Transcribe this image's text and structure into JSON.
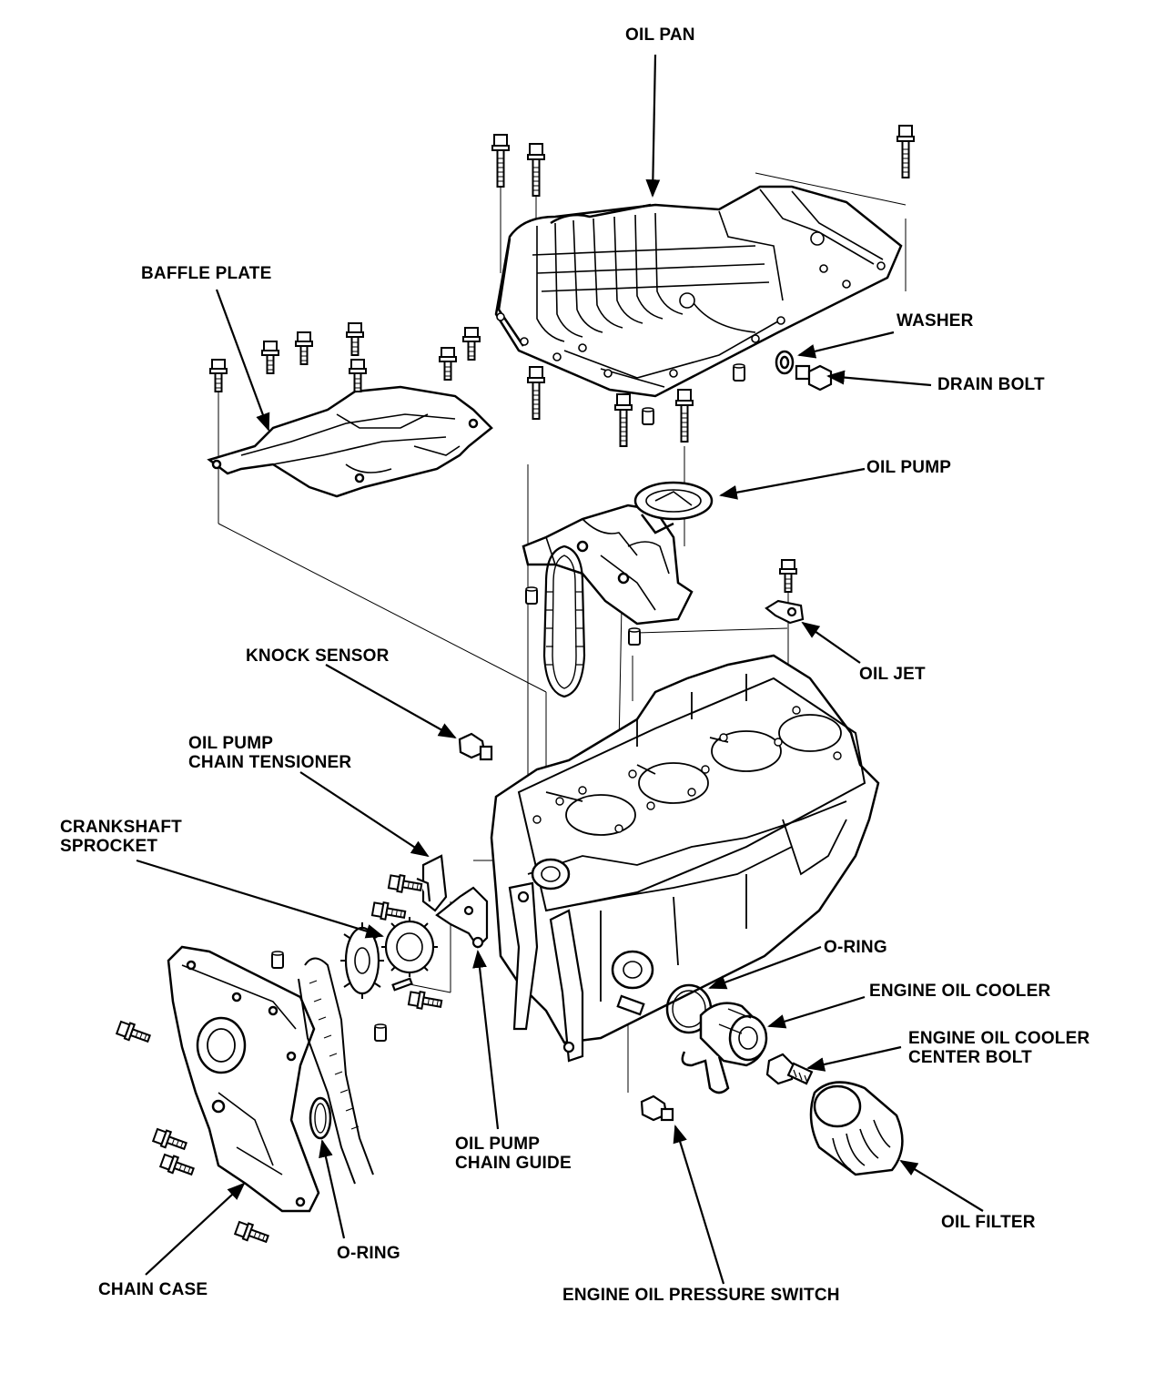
{
  "labels": {
    "oil_pan": "OIL PAN",
    "baffle_plate": "BAFFLE PLATE",
    "washer": "WASHER",
    "drain_bolt": "DRAIN BOLT",
    "oil_pump": "OIL PUMP",
    "knock_sensor": "KNOCK SENSOR",
    "oil_jet": "OIL JET",
    "oil_pump_chain_tensioner": [
      "OIL PUMP",
      "CHAIN TENSIONER"
    ],
    "crankshaft_sprocket": [
      "CRANKSHAFT",
      "SPROCKET"
    ],
    "o_ring_right": "O-RING",
    "engine_oil_cooler": "ENGINE OIL COOLER",
    "engine_oil_cooler_center_bolt": [
      "ENGINE OIL COOLER",
      "CENTER BOLT"
    ],
    "oil_pump_chain_guide": [
      "OIL PUMP",
      "CHAIN GUIDE"
    ],
    "oil_filter": "OIL FILTER",
    "o_ring_bottom": "O-RING",
    "chain_case": "CHAIN CASE",
    "engine_oil_pressure_switch": "ENGINE OIL PRESSURE SWITCH"
  },
  "colors": {
    "ink": "#000000",
    "paper": "#ffffff"
  }
}
